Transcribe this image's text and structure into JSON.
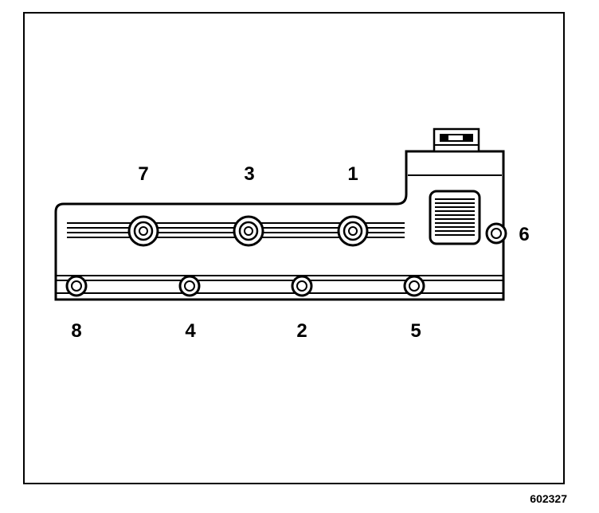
{
  "diagram": {
    "bolts": [
      {
        "id": "1",
        "label": "1"
      },
      {
        "id": "2",
        "label": "2"
      },
      {
        "id": "3",
        "label": "3"
      },
      {
        "id": "4",
        "label": "4"
      },
      {
        "id": "5",
        "label": "5"
      },
      {
        "id": "6",
        "label": "6"
      },
      {
        "id": "7",
        "label": "7"
      },
      {
        "id": "8",
        "label": "8"
      }
    ]
  },
  "figure_id": "602327"
}
